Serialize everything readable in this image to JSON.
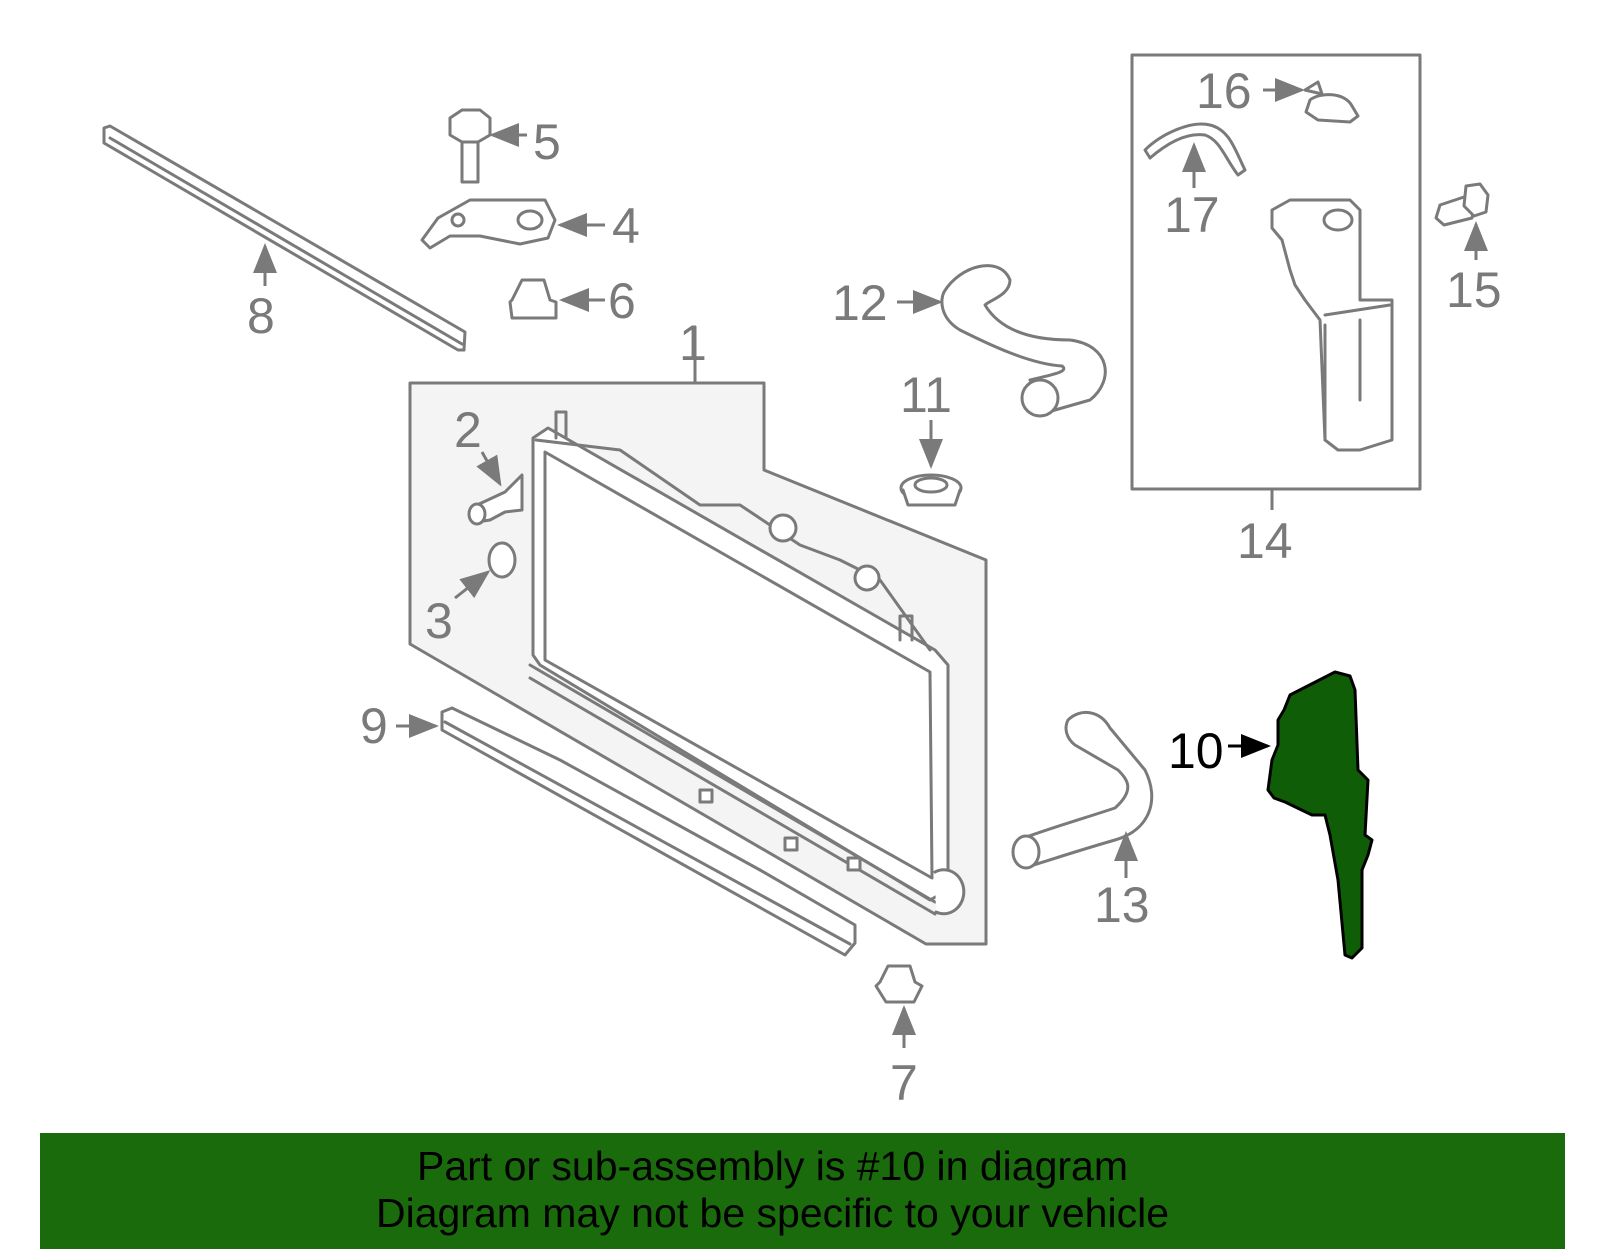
{
  "diagram": {
    "highlight_color": "#1a6b0c",
    "labels": [
      "1",
      "2",
      "3",
      "4",
      "5",
      "6",
      "7",
      "8",
      "9",
      "10",
      "11",
      "12",
      "13",
      "14",
      "15",
      "16",
      "17"
    ],
    "highlighted_part": "10"
  },
  "banner": {
    "line1": "Part or sub-assembly is #10 in diagram",
    "line2": "Diagram may not be specific to your vehicle"
  }
}
